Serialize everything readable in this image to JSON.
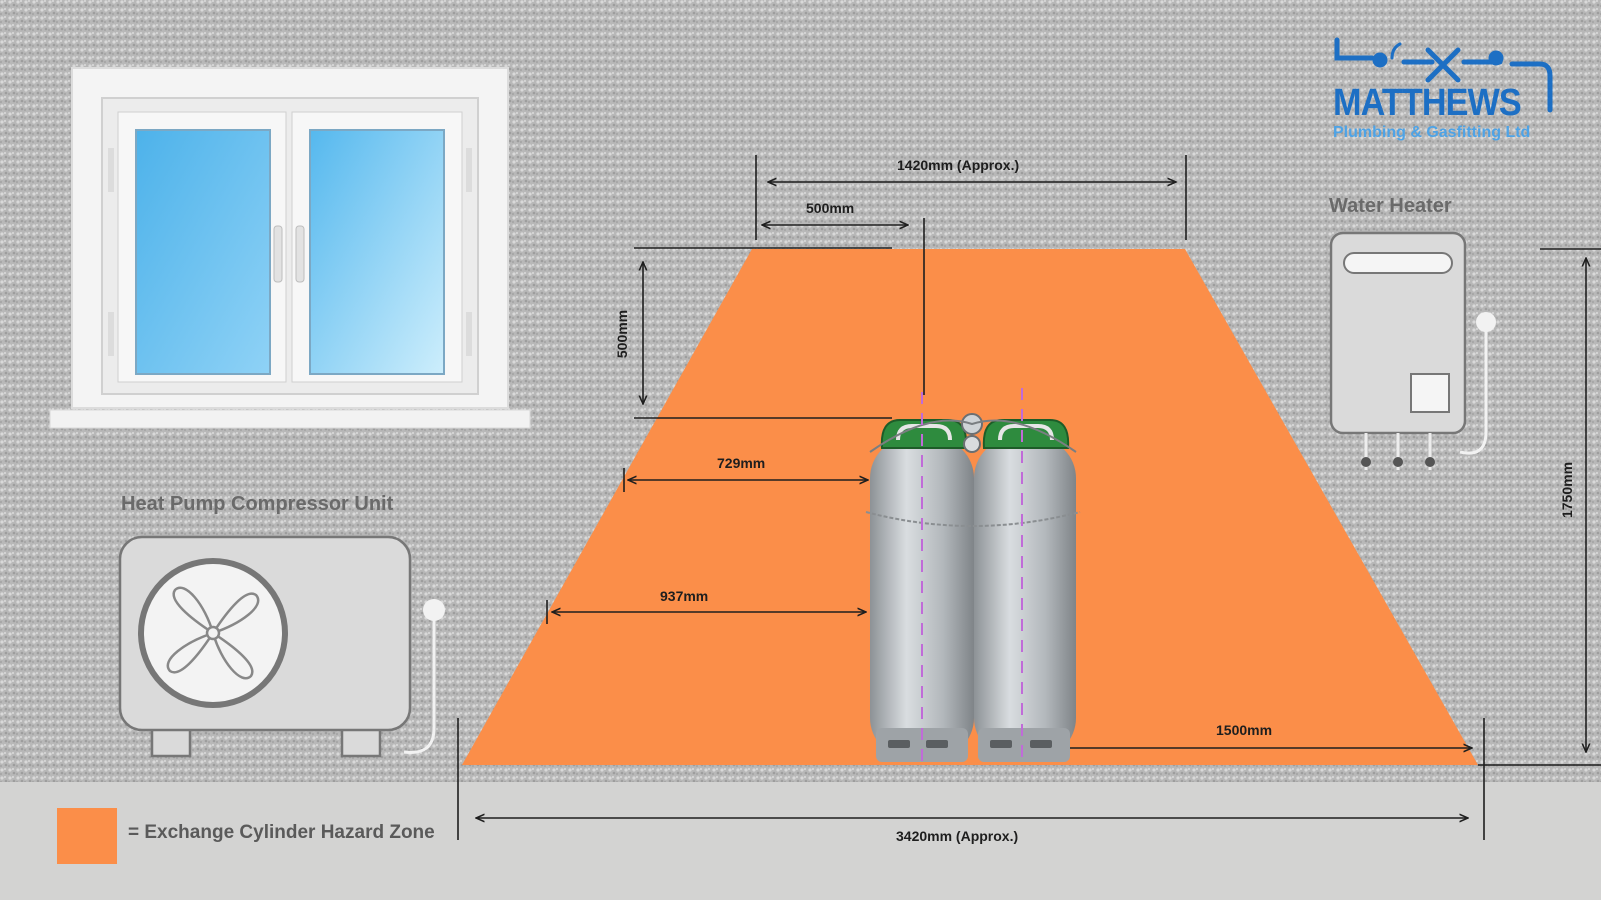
{
  "labels": {
    "width_top": "1420mm (Approx.)",
    "width_500": "500mm",
    "height_500": "500mm",
    "width_729": "729mm",
    "width_937": "937mm",
    "width_1500": "1500mm",
    "height_1750": "1750mm",
    "width_bottom": "3420mm (Approx.)"
  },
  "appliances": {
    "water_heater": "Water Heater",
    "heat_pump": "Heat Pump Compressor Unit"
  },
  "legend": {
    "text": "= Exchange Cylinder Hazard Zone",
    "color": "#fb8e49"
  },
  "logo": {
    "name": "MATTHEWS",
    "subtitle": "Plumbing & Gasfitting Ltd"
  },
  "colors": {
    "wall": "#b9b9b9",
    "floor": "#d3d3d2",
    "hazard_zone": "#fb8e49",
    "cylinder": "#b7bcc0",
    "cylinder_valve": "#2e8b3e",
    "window_glass": "#5ab9ec",
    "brand_blue": "#1d6fc4",
    "centerline": "#c06bd8"
  },
  "icons": [
    "window-icon",
    "water-heater-icon",
    "heat-pump-icon",
    "fan-icon",
    "gas-cylinder-icon",
    "wrench-icon"
  ]
}
